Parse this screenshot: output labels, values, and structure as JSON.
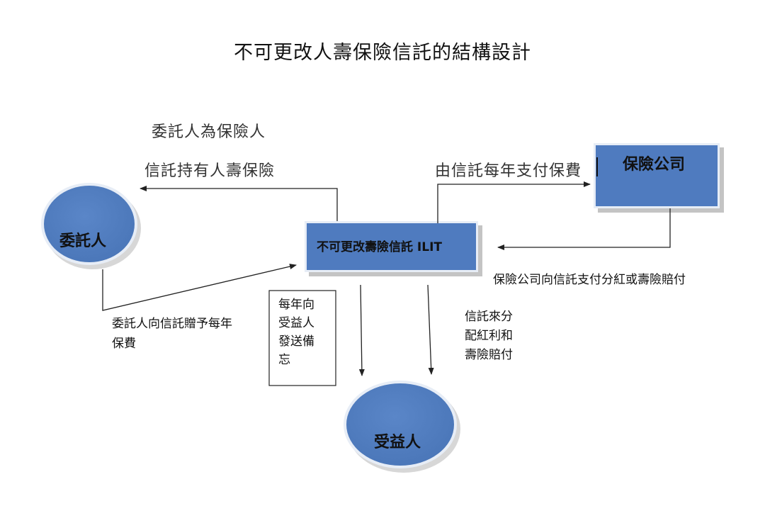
{
  "title": "不可更改人壽保險信託的結構設計",
  "nodes": {
    "grantor": "委託人",
    "trust": "不可更改壽險信託 ILIT",
    "insurer": "保險公司",
    "beneficiary": "受益人"
  },
  "labels": {
    "trust_to_grantor_line1": "委託人為保險人",
    "trust_to_grantor_line2": "信託持有人壽保險",
    "trust_to_insurer": "由信託每年支付保費",
    "insurer_to_trust": "保險公司向信託支付分紅或壽險賠付",
    "grantor_to_trust_line1": "委託人向信託贈予每年",
    "grantor_to_trust_line2": "保費",
    "memo_line1": "每年向",
    "memo_line2": "受益人",
    "memo_line3": "發送備",
    "memo_line4": "忘",
    "distribution_line1": "信託來分",
    "distribution_line2": "配紅利和",
    "distribution_line3": "壽險賠付"
  },
  "colors": {
    "node_fill": "#4f7bbf",
    "node_border": "#d6dfee",
    "shadow": "#b9b9b9",
    "arrow": "#222222"
  }
}
